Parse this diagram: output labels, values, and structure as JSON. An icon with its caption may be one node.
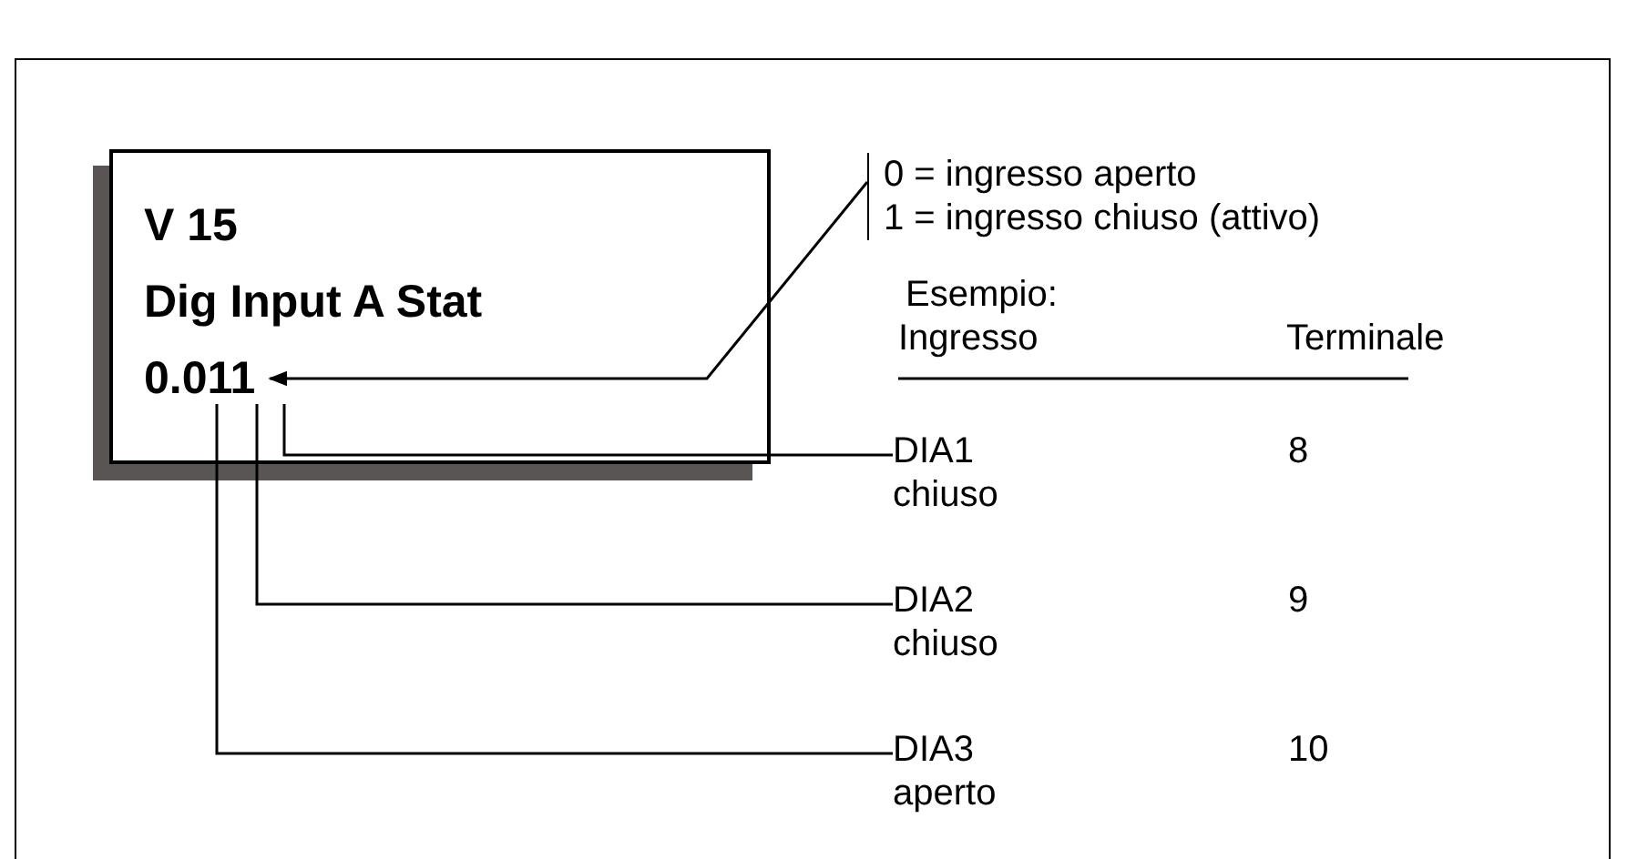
{
  "diagram": {
    "nodes": [
      {
        "text": [
          "V 15",
          "Dig Input A Stat"
        ]
      },
      {
        "text": [
          "0.011"
        ],
        "in": 0
      },
      {
        "text": [
          "0 = ingresso aperto",
          "1 = ingresso chiuso (attivo)"
        ]
      },
      {
        "text": [
          "DIA1 chiuso"
        ]
      },
      {
        "text": [
          "DIA2 chiuso"
        ]
      },
      {
        "text": [
          "DIA3 aperto"
        ]
      }
    ],
    "edges": [
      {
        "from": 2,
        "to": 1,
        "arrow": "to"
      },
      {
        "from": 3,
        "to": 1,
        "arrow": "none"
      },
      {
        "from": 4,
        "to": 1,
        "arrow": "none"
      },
      {
        "from": 5,
        "to": 1,
        "arrow": "none"
      }
    ],
    "labels": [
      "Esempio:",
      "Ingresso",
      "Terminale",
      "8",
      "9",
      "10"
    ]
  }
}
